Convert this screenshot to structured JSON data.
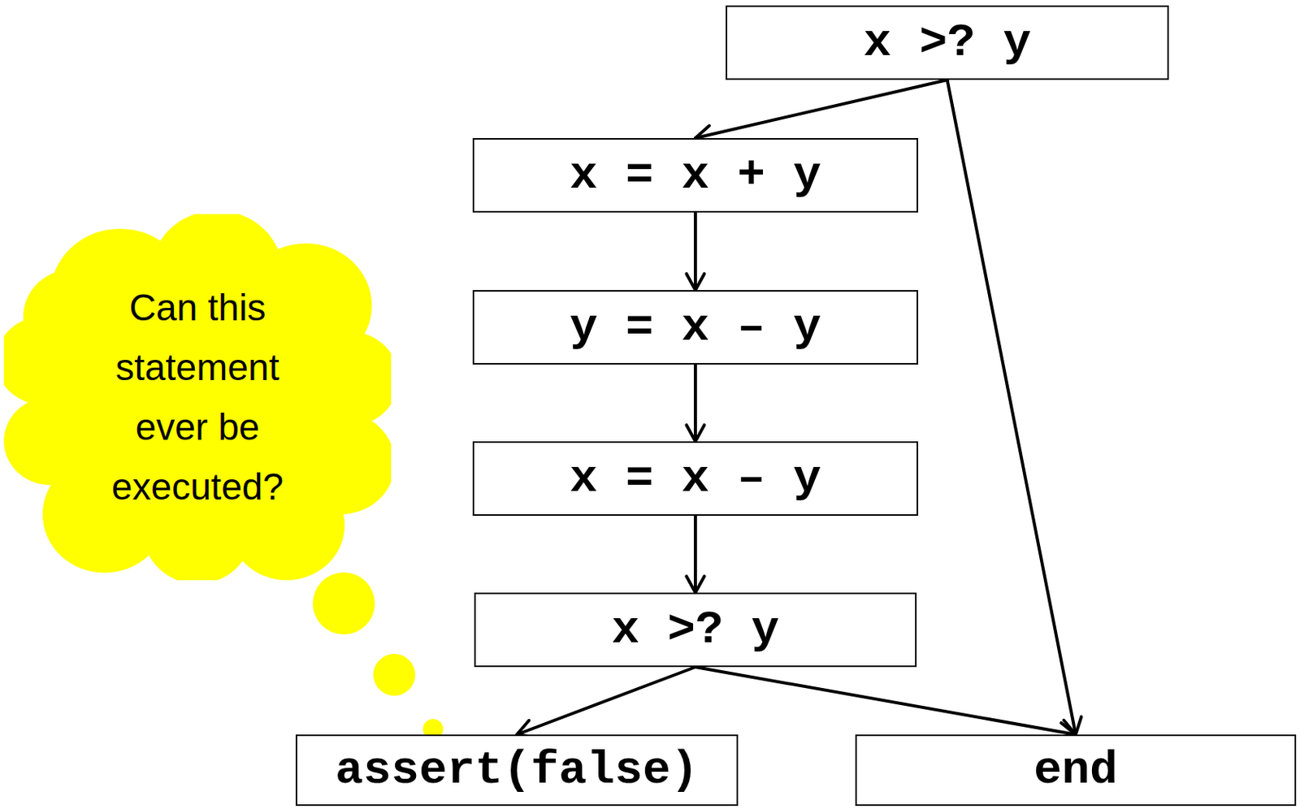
{
  "diagram": {
    "nodes": [
      {
        "text": [
          "x >? y"
        ]
      },
      {
        "text": [
          "x = x + y"
        ]
      },
      {
        "text": [
          "y = x – y"
        ]
      },
      {
        "text": [
          "x = x – y"
        ]
      },
      {
        "text": [
          "x >? y"
        ]
      },
      {
        "text": [
          "assert(false)"
        ]
      },
      {
        "text": [
          "end"
        ]
      },
      {
        "text": [
          "Can this statement ever be executed?"
        ]
      }
    ],
    "edges": [
      {
        "from": 0,
        "to": 1,
        "arrow": "to"
      },
      {
        "from": 0,
        "to": 6,
        "arrow": "to"
      },
      {
        "from": 1,
        "to": 2,
        "arrow": "to"
      },
      {
        "from": 2,
        "to": 3,
        "arrow": "to"
      },
      {
        "from": 3,
        "to": 4,
        "arrow": "to"
      },
      {
        "from": 4,
        "to": 5,
        "arrow": "to"
      },
      {
        "from": 4,
        "to": 6,
        "arrow": "to"
      }
    ]
  }
}
